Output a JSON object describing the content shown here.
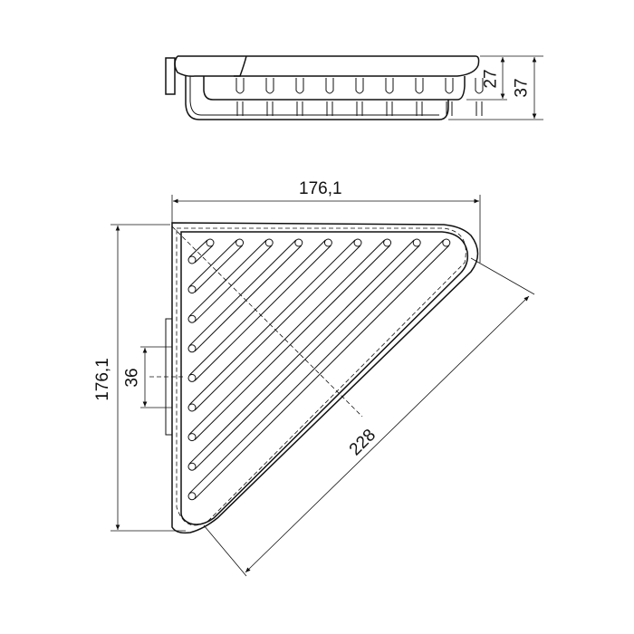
{
  "dimensions": {
    "width_top": "176,1",
    "depth_left": "176,1",
    "mount_height": "36",
    "diagonal": "228",
    "basket_height": "27",
    "total_height": "37"
  },
  "rod_count": 9,
  "colors": {
    "line": "#111111",
    "background": "#ffffff"
  }
}
